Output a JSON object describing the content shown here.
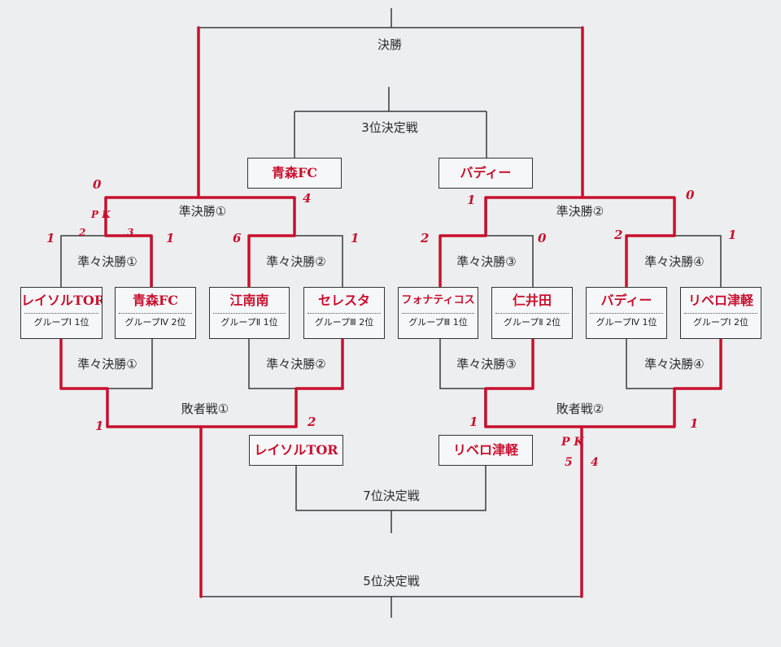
{
  "labels": {
    "final": "決勝",
    "third_place": "3位決定戦",
    "sf1": "準決勝①",
    "sf2": "準決勝②",
    "qf1": "準々決勝①",
    "qf2": "準々決勝②",
    "qf3": "準々決勝③",
    "qf4": "準々決勝④",
    "losers1": "敗者戦①",
    "losers2": "敗者戦②",
    "seventh_place": "7位決定戦",
    "fifth_place": "5位決定戦"
  },
  "teams": [
    {
      "name": "レイソルTOR",
      "group": "グループⅠ 1位"
    },
    {
      "name": "青森FC",
      "group": "グループⅣ 2位"
    },
    {
      "name": "江南南",
      "group": "グループⅡ 1位"
    },
    {
      "name": "セレスタ",
      "group": "グループⅢ 2位"
    },
    {
      "name": "フォナティコス",
      "group": "グループⅢ 1位"
    },
    {
      "name": "仁井田",
      "group": "グループⅡ 2位"
    },
    {
      "name": "バディー",
      "group": "グループⅣ 1位"
    },
    {
      "name": "リベロ津軽",
      "group": "グループⅠ 2位"
    }
  ],
  "results": {
    "sf1_winner_box": "青森FC",
    "sf2_winner_box": "バディー",
    "l1_winner_box": "レイソルTOR",
    "l2_winner_box": "リベロ津軽"
  },
  "scores": {
    "final_left": "0",
    "final_right": "0",
    "sf1_left": "4",
    "sf2_left": "1",
    "qf1_a": "1",
    "qf1_b": "1",
    "qf2_a": "6",
    "qf2_b": "1",
    "qf3_a": "2",
    "qf3_b": "0",
    "qf4_a": "2",
    "qf4_b": "1",
    "l1_a": "1",
    "l1_b": "2",
    "l2_a": "1",
    "l2_b": "1",
    "pk1_label": "P K",
    "pk1_a": "2",
    "pk1_b": "3",
    "pk2_label": "P K",
    "pk2_a": "5",
    "pk2_b": "4"
  },
  "colors": {
    "line": "#3a3a3a",
    "winner": "#c8102e"
  }
}
